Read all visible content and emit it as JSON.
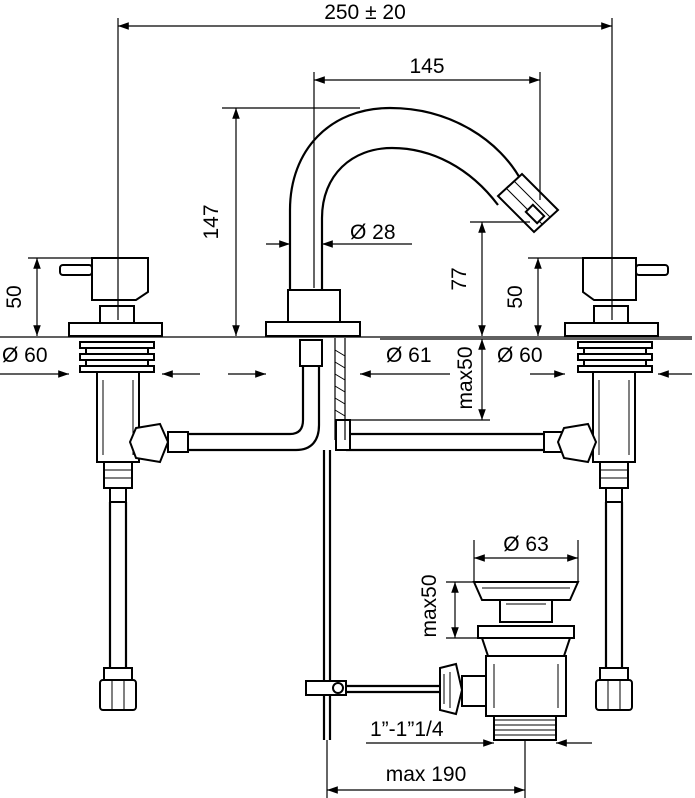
{
  "diagram": {
    "labels": {
      "overall_width": "250 ± 20",
      "spout_reach": "145",
      "spout_height": "147",
      "spout_diameter": "Ø 28",
      "outlet_height": "77",
      "handle_height_left": "50",
      "handle_height_right": "50",
      "left_base_diameter": "Ø 60",
      "center_base_diameter": "Ø 61",
      "right_base_diameter": "Ø 60",
      "deck_thickness": "max50",
      "drain_diameter": "Ø 63",
      "drain_deck_thickness": "max50",
      "drain_thread": "1”-1”1/4",
      "drain_max_reach": "max 190"
    },
    "colors": {
      "line": "#000000",
      "background": "#ffffff"
    }
  }
}
